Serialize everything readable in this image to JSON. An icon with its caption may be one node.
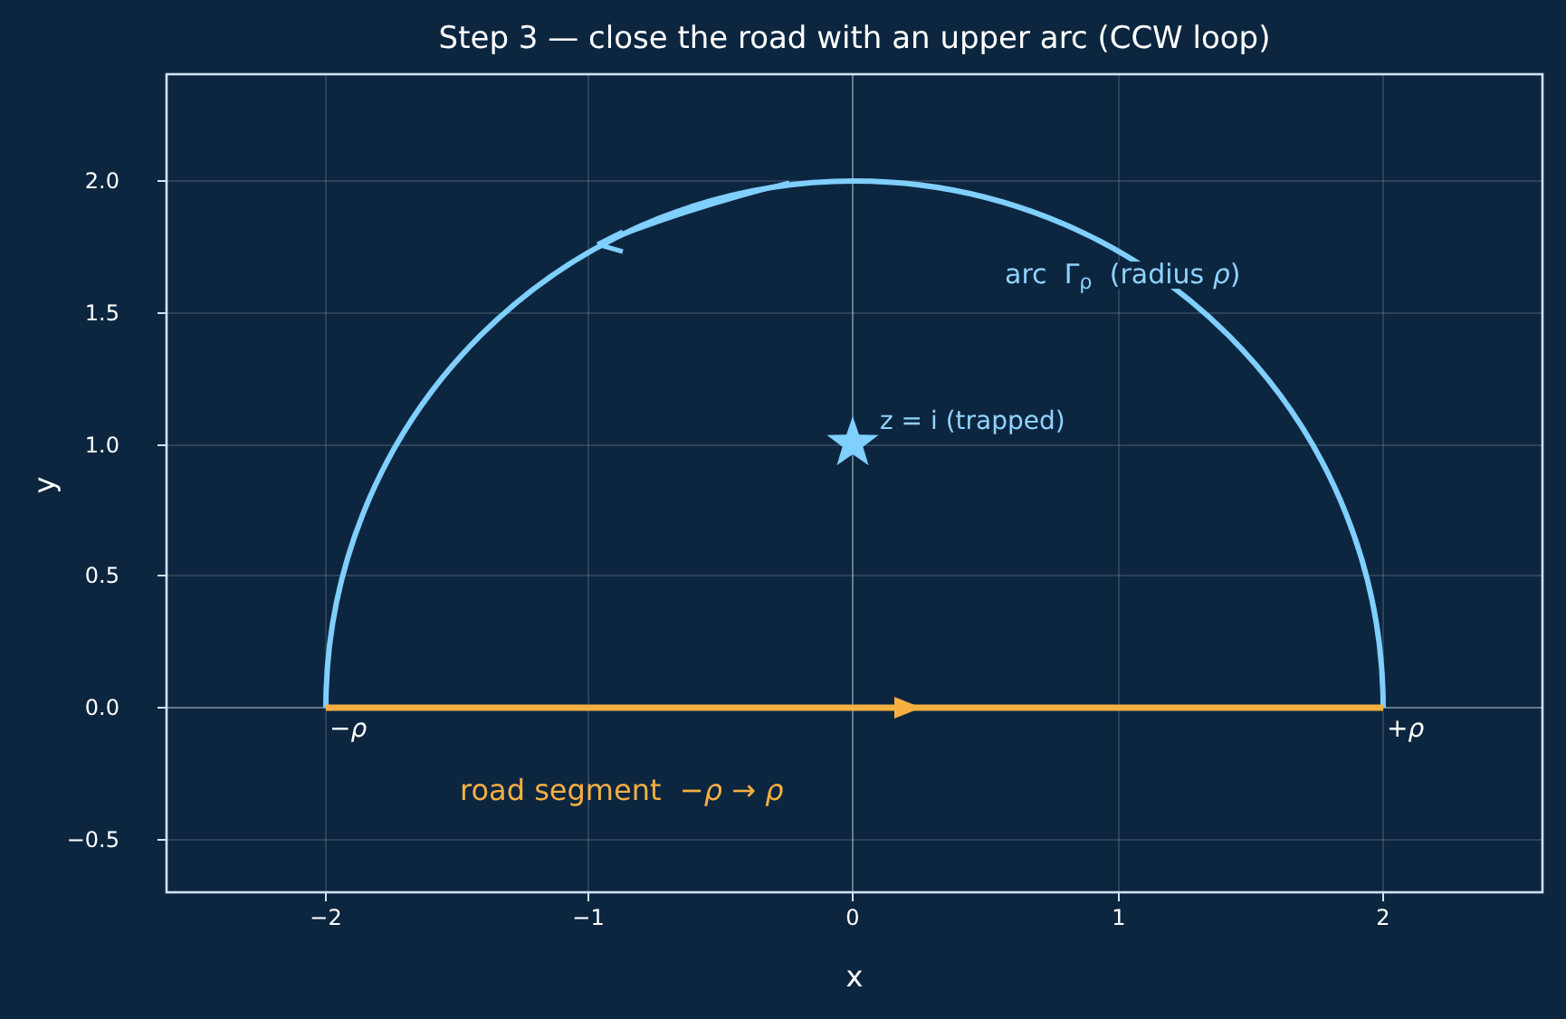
{
  "diagram": {
    "title": "Step 3 — close the road with an upper arc (CCW loop)",
    "labels": [
      "arc  Γ$_{ρ}$  (radius *ρ*)",
      "z = i (trapped)",
      "−*ρ*",
      "+*ρ*",
      "road segment  −*ρ* → *ρ*",
      "2.0",
      "1.5",
      "1.0",
      "0.5",
      "0.0",
      "−0.5",
      "−2",
      "−1",
      "0",
      "1",
      "2",
      "x",
      "y"
    ]
  }
}
